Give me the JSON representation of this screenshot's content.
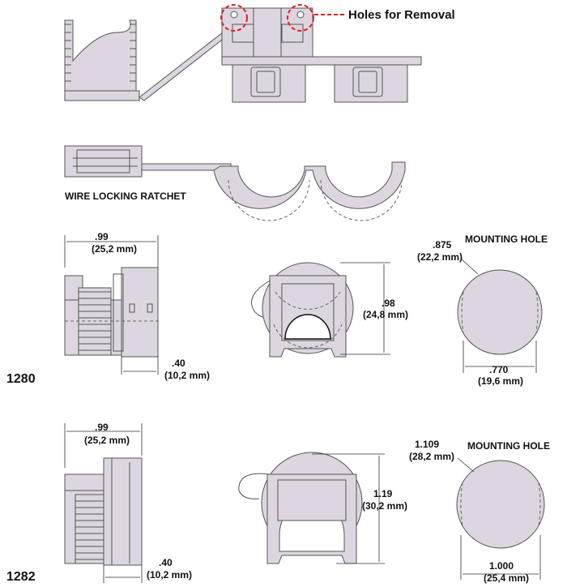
{
  "callout": {
    "holes_for_removal": "Holes for Removal",
    "wire_locking_ratchet": "WIRE LOCKING RATCHET"
  },
  "model_1280": {
    "label": "1280",
    "width_in": ".99",
    "width_mm": "(25,2 mm)",
    "depth_in": ".40",
    "depth_mm": "(10,2 mm)",
    "height_in": ".98",
    "height_mm": "(24,8 mm)",
    "hole_title": "MOUNTING HOLE",
    "hole_height_in": ".875",
    "hole_height_mm": "(22,2 mm)",
    "hole_width_in": ".770",
    "hole_width_mm": "(19,6 mm)"
  },
  "model_1282": {
    "label": "1282",
    "width_in": ".99",
    "width_mm": "(25,2 mm)",
    "depth_in": ".40",
    "depth_mm": "(10,2 mm)",
    "height_in": "1.19",
    "height_mm": "(30,2 mm)",
    "hole_title": "MOUNTING HOLE",
    "hole_height_in": "1.109",
    "hole_height_mm": "(28,2 mm)",
    "hole_width_in": "1.000",
    "hole_width_mm": "(25,4 mm)"
  },
  "colors": {
    "part_fill": "#ddd6e0",
    "callout_red": "#e02020"
  }
}
